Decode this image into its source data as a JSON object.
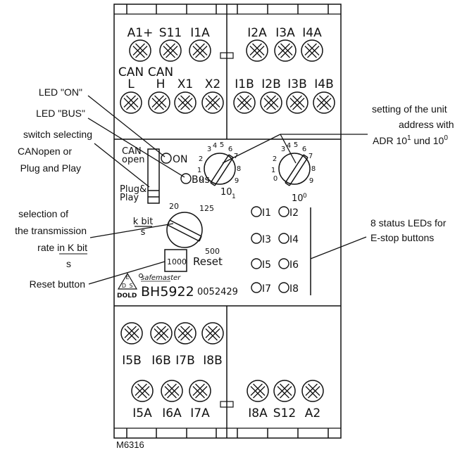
{
  "terminals": {
    "top_row1": [
      "A1+",
      "S11",
      "I1A",
      "I2A",
      "I3A",
      "I4A"
    ],
    "top_can": [
      "CAN",
      "CAN"
    ],
    "top_row2": [
      "L",
      "H",
      "X1",
      "X2",
      "I1B",
      "I2B",
      "I3B",
      "I4B"
    ],
    "bottom_row1": [
      "I5B",
      "I6B",
      "I7B",
      "I8B"
    ],
    "bottom_row2": [
      "I5A",
      "I6A",
      "I7A",
      "I8A",
      "S12",
      "A2"
    ]
  },
  "device": {
    "led_on": "ON",
    "led_bus": "Bus",
    "switch_top_1": "CAN",
    "switch_top_2": "open",
    "switch_bottom_1": "Plug&",
    "switch_bottom_2": "Play",
    "dial_left_sub": "1",
    "dial_right_sub": "0",
    "dial_base": "10",
    "kbit_1": "k bit",
    "kbit_2": "s",
    "rate_20": "20",
    "rate_125": "125",
    "rate_500": "500",
    "rate_1000": "1000",
    "reset": "Reset",
    "brand": "safemaster",
    "model": "BH5922",
    "serial": "0052429",
    "logo_text": "DOLD",
    "logo_letters": [
      "E",
      "D",
      "S"
    ],
    "status_leds": [
      "I1",
      "I2",
      "I3",
      "I4",
      "I5",
      "I6",
      "I7",
      "I8"
    ]
  },
  "annotations": {
    "led_on": "LED \"ON\"",
    "led_bus": "LED \"BUS\"",
    "switch": [
      "switch selecting",
      "CANopen or",
      "Plug and Play"
    ],
    "rate": [
      "selection of",
      "the transmission",
      "rate in K bit",
      "s"
    ],
    "reset": "Reset button",
    "address_1": "setting of the unit",
    "address_2": "address with",
    "address_3_pre": "ADR 10",
    "address_sup1": "1",
    "address_mid": " und 10",
    "address_sup2": "0",
    "status": [
      "8 status LEDs for",
      "E-stop buttons"
    ],
    "figure_id": "M6316"
  }
}
